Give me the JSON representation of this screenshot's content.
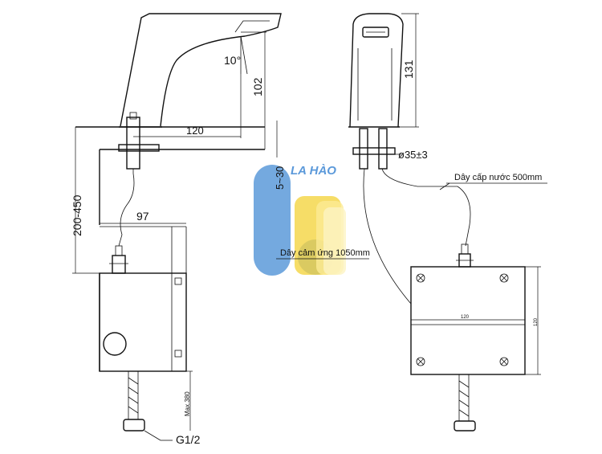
{
  "dimensions": {
    "angle": "10°",
    "spout_height": "102",
    "reach": "120",
    "deck_thickness": "5~30",
    "box_offset": "97",
    "install_height": "200-450",
    "front_height": "131",
    "hole_diameter": "ø35±3",
    "hose_max": "Max.380",
    "thread": "G1/2",
    "box_width": "120",
    "box_height": "120"
  },
  "labels": {
    "supply_cable": "Dây cấp nước 500mm",
    "sensor_cable": "Dây cảm ứng 1050mm"
  },
  "watermark": {
    "text": "LA HÀO",
    "colors": {
      "blue": "#4a8fd6",
      "yellow": "#f3d23a",
      "lightblue": "#9cc4ec"
    }
  }
}
